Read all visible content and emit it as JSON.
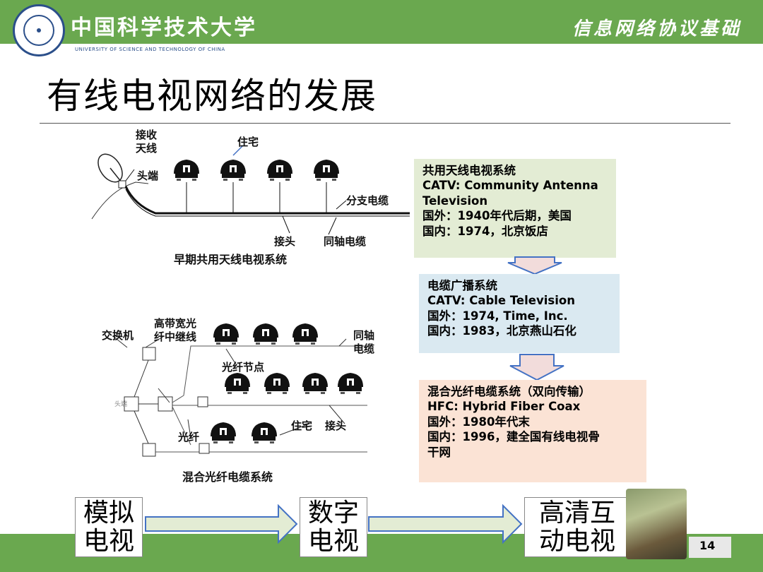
{
  "header": {
    "university_cn": "中国科学技术大学",
    "university_en": "UNIVERSITY OF SCIENCE AND TECHNOLOGY OF CHINA",
    "course": "信息网络协议基础"
  },
  "slide": {
    "title": "有线电视网络的发展",
    "page_number": "14"
  },
  "diagram_top": {
    "antenna": "接收\n天线",
    "residence": "住宅",
    "headend": "头端",
    "branch_cable": "分支电缆",
    "connector": "接头",
    "coax": "同轴电缆",
    "caption": "早期共用天线电视系统"
  },
  "diagram_bottom": {
    "switch": "交换机",
    "fiber_trunk": "高带宽光\n纤中继线",
    "coax": "同轴\n电缆",
    "fiber_node": "光纤节点",
    "headend": "头端",
    "residence": "住宅",
    "connector": "接头",
    "fiber": "光纤",
    "caption": "混合光纤电缆系统"
  },
  "boxes": {
    "catv": {
      "line1": "共用天线电视系统",
      "line2": "CATV: Community Antenna",
      "line3": "Television",
      "line4": "国外：1940年代后期，美国",
      "line5": "国内：1974，北京饭店"
    },
    "cable": {
      "line1": "电缆广播系统",
      "line2": "CATV: Cable Television",
      "line3": "国外：1974, Time, Inc.",
      "line4": "国内：1983，北京燕山石化"
    },
    "hfc": {
      "line1": "混合光纤电缆系统（双向传输）",
      "line2": "HFC: Hybrid Fiber Coax",
      "line3": "国外：1980年代末",
      "line4": "国内：1996，建全国有线电视骨",
      "line5": "干网"
    }
  },
  "evolution": {
    "analog": "模拟\n电视",
    "digital": "数字\n电视",
    "hd": "高清互\n动电视"
  },
  "colors": {
    "header_green": "#6aa84f",
    "catv_bg": "#e3ecd4",
    "cable_bg": "#dae9f1",
    "hfc_bg": "#fbe3d5",
    "arrow_fill": "#f2dcdb",
    "arrow_stroke": "#4472c4"
  }
}
